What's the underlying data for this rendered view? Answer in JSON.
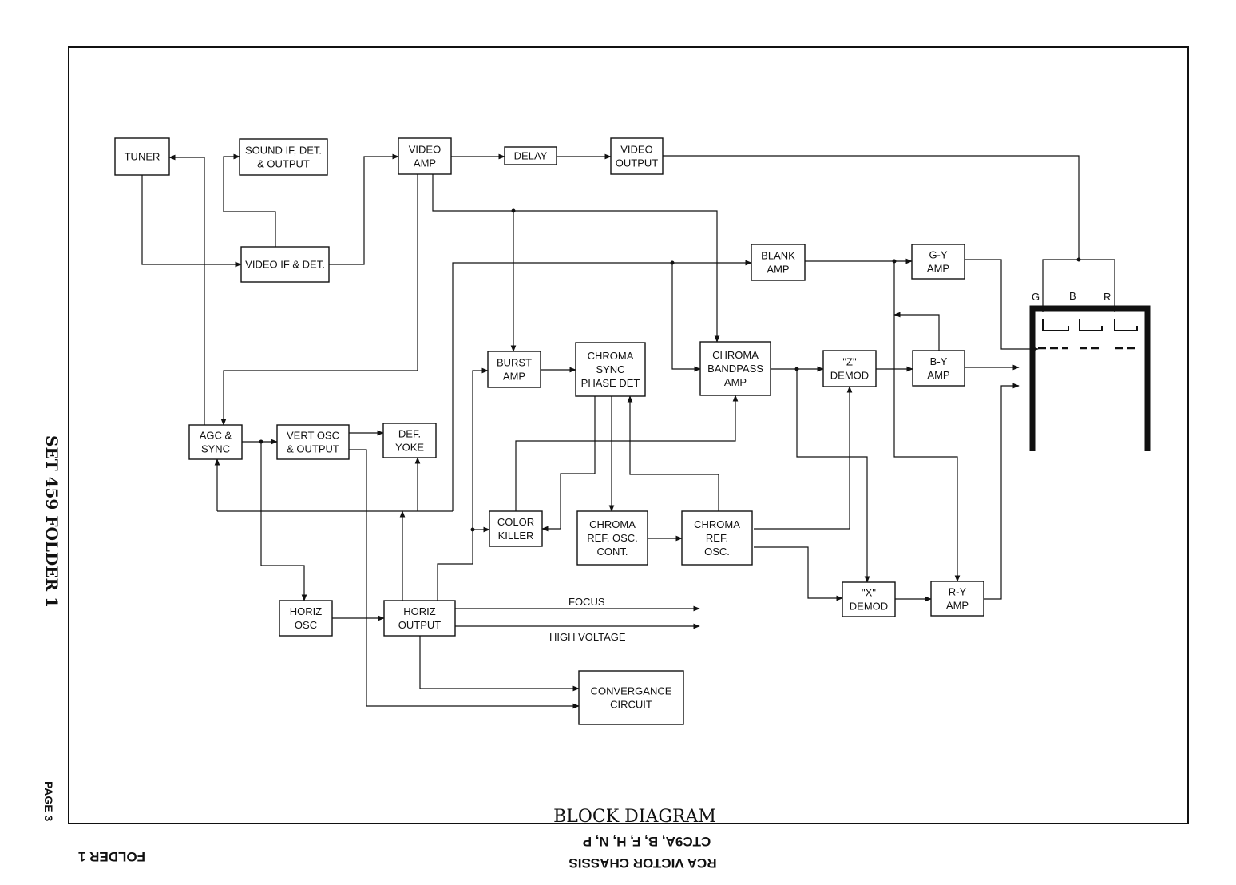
{
  "blocks": {
    "tuner": [
      "TUNER"
    ],
    "sound_if": [
      "SOUND IF, DET.",
      "& OUTPUT"
    ],
    "video_amp": [
      "VIDEO",
      "AMP"
    ],
    "delay": [
      "DELAY"
    ],
    "video_output": [
      "VIDEO",
      "OUTPUT"
    ],
    "video_if": [
      "VIDEO IF & DET."
    ],
    "blank_amp": [
      "BLANK",
      "AMP"
    ],
    "gy_amp": [
      "G-Y",
      "AMP"
    ],
    "burst_amp": [
      "BURST",
      "AMP"
    ],
    "chroma_sync": [
      "CHROMA",
      "SYNC",
      "PHASE DET"
    ],
    "chroma_bandpass": [
      "CHROMA",
      "BANDPASS",
      "AMP"
    ],
    "z_demod": [
      "\"Z\"",
      "DEMOD"
    ],
    "by_amp": [
      "B-Y",
      "AMP"
    ],
    "agc_sync": [
      "AGC &",
      "SYNC"
    ],
    "vert_osc": [
      "VERT OSC",
      "& OUTPUT"
    ],
    "def_yoke": [
      "DEF.",
      "YOKE"
    ],
    "color_killer": [
      "COLOR",
      "KILLER"
    ],
    "chroma_ref_cont": [
      "CHROMA",
      "REF. OSC.",
      "CONT."
    ],
    "chroma_ref_osc": [
      "CHROMA",
      "REF.",
      "OSC."
    ],
    "x_demod": [
      "\"X\"",
      "DEMOD"
    ],
    "ry_amp": [
      "R-Y",
      "AMP"
    ],
    "horiz_osc": [
      "HORIZ",
      "OSC"
    ],
    "horiz_output": [
      "HORIZ",
      "OUTPUT"
    ],
    "convergence": [
      "CONVERGANCE",
      "CIRCUIT"
    ]
  },
  "annotations": {
    "focus": "FOCUS",
    "high_voltage": "HIGH VOLTAGE",
    "gun_g": "G",
    "gun_b": "B",
    "gun_r": "R"
  },
  "page": {
    "title": "BLOCK DIAGRAM",
    "side_label": "SET 459   FOLDER 1",
    "page_label": "PAGE 3",
    "footer_chassis": "CTC9A, B, F, H, N, P",
    "footer_maker": "RCA VICTOR CHASSIS",
    "footer_folder": "FOLDER 1"
  }
}
